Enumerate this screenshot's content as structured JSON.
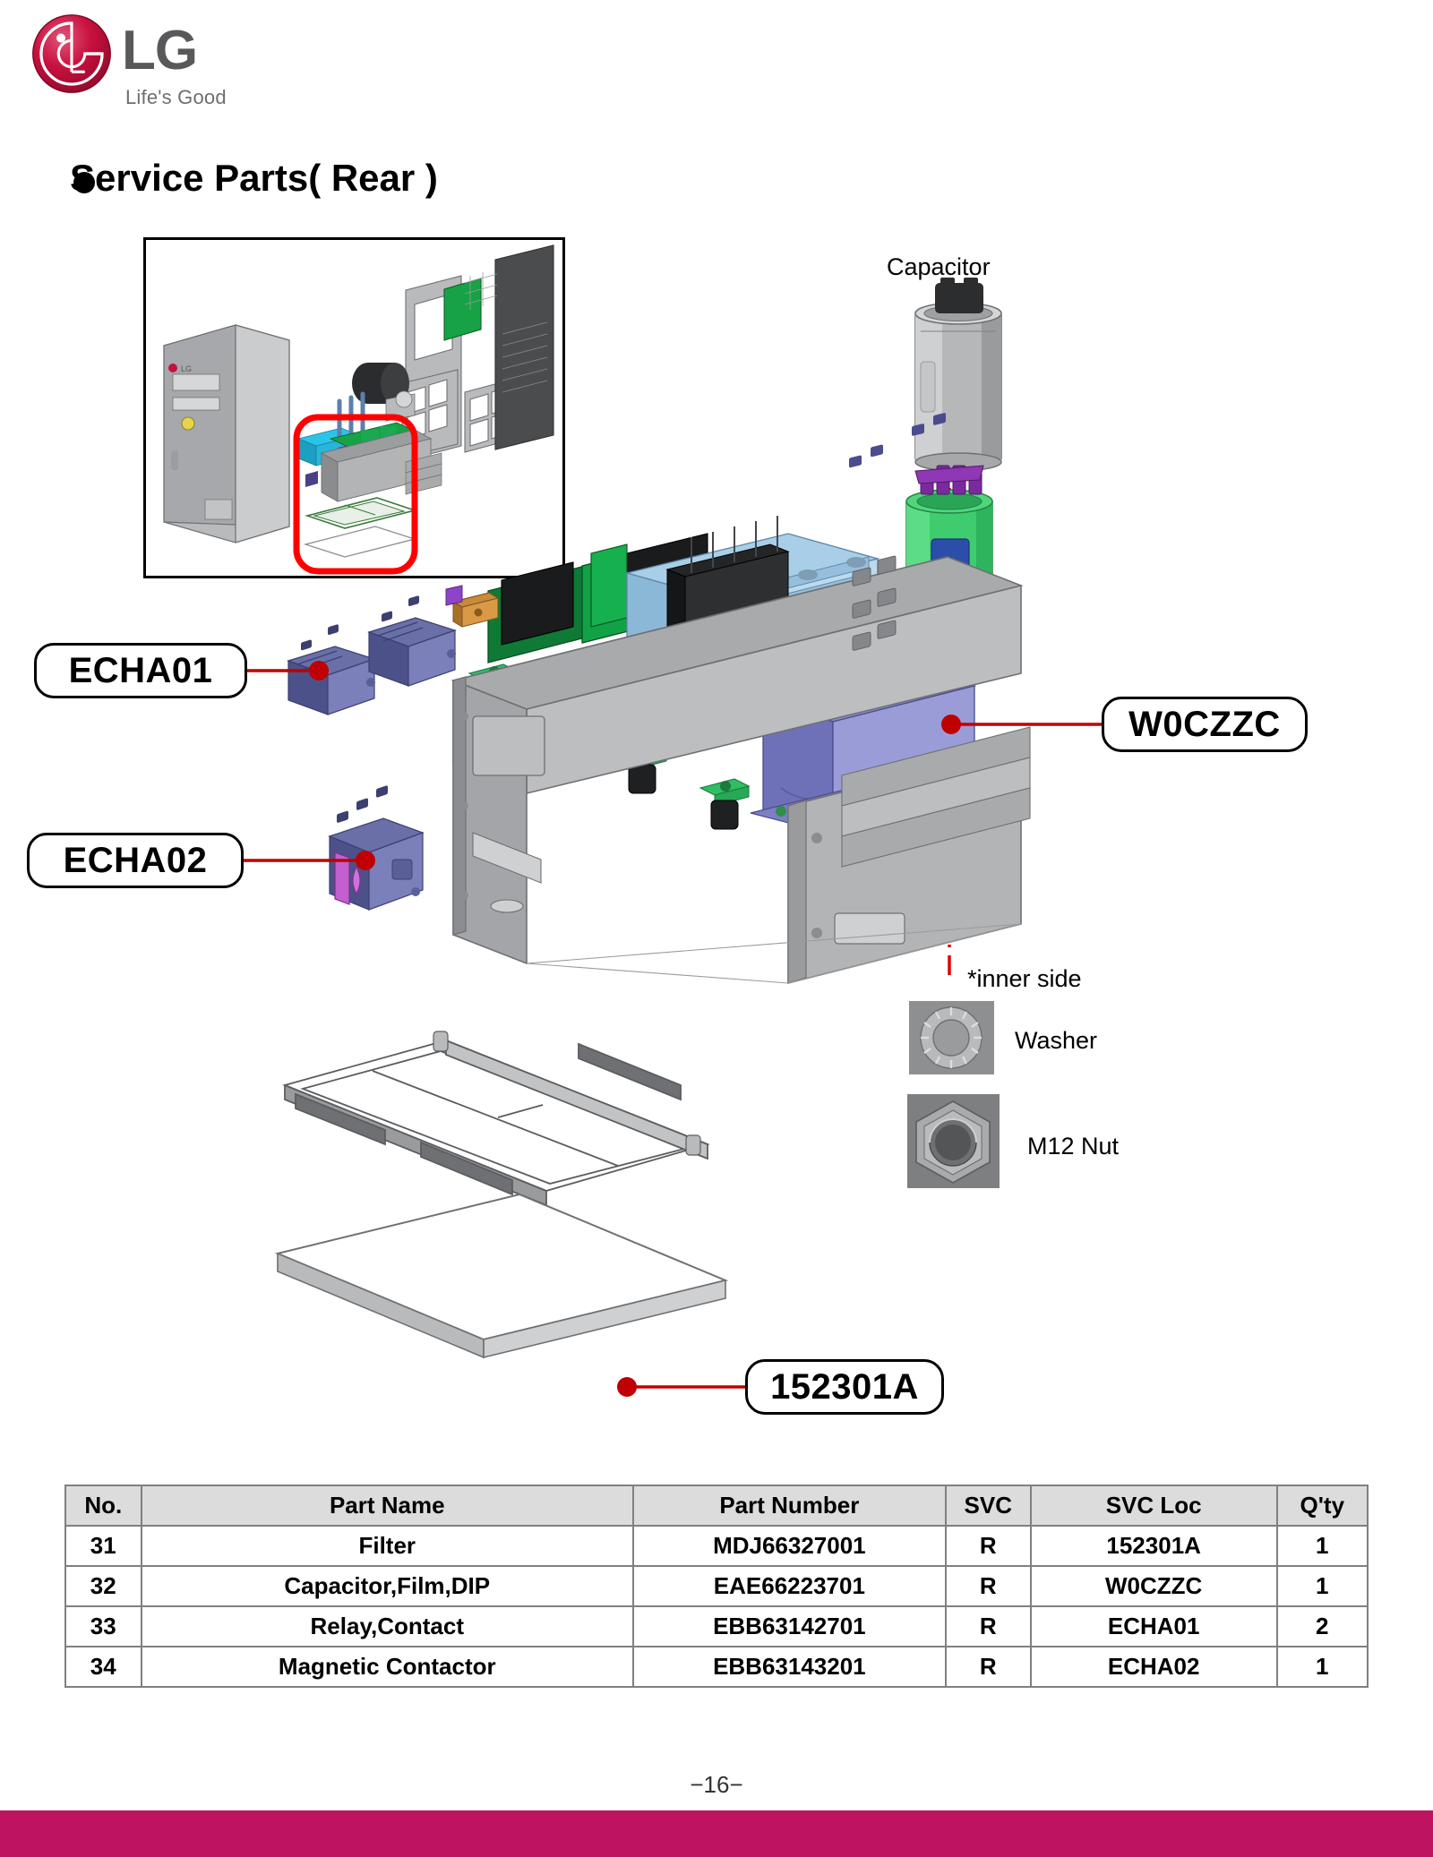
{
  "brand": {
    "name": "LG",
    "tagline": "Life's Good",
    "logo_color": "#c8103e",
    "wordmark_color": "#58595b"
  },
  "section": {
    "title": "Service Parts( Rear )",
    "bullet": "filled-circle"
  },
  "callouts": [
    {
      "id": "echa01",
      "label": "ECHA01"
    },
    {
      "id": "echa02",
      "label": "ECHA02"
    },
    {
      "id": "w0czzc",
      "label": "W0CZZC"
    },
    {
      "id": "152301a",
      "label": "152301A"
    }
  ],
  "annotations": {
    "capacitor": "Capacitor",
    "inner_side": "*inner side",
    "washer": "Washer",
    "m12_nut": "M12 Nut"
  },
  "table": {
    "headers": [
      "No.",
      "Part Name",
      "Part Number",
      "SVC",
      "SVC Loc",
      "Q'ty"
    ],
    "rows": [
      {
        "no": "31",
        "part_name": "Filter",
        "part_number": "MDJ66327001",
        "svc": "R",
        "svc_loc": "152301A",
        "qty": "1"
      },
      {
        "no": "32",
        "part_name": "Capacitor,Film,DIP",
        "part_number": "EAE66223701",
        "svc": "R",
        "svc_loc": "W0CZZC",
        "qty": "1"
      },
      {
        "no": "33",
        "part_name": "Relay,Contact",
        "part_number": "EBB63142701",
        "svc": "R",
        "svc_loc": "ECHA01",
        "qty": "2"
      },
      {
        "no": "34",
        "part_name": "Magnetic Contactor",
        "part_number": "EBB63143201",
        "svc": "R",
        "svc_loc": "ECHA02",
        "qty": "1"
      }
    ]
  },
  "footer": {
    "page_number": "−16−",
    "bar_color": "#be1361"
  },
  "colors": {
    "leader_line": "#c00000",
    "axis_line": "#e00000",
    "highlight_box": "#ff0000",
    "table_header_bg": "#dcdcdc",
    "table_border": "#808080"
  }
}
